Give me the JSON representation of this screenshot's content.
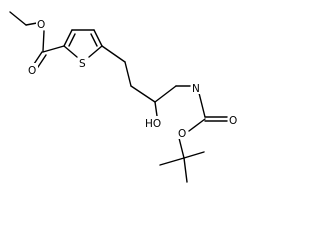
{
  "structure": {
    "atom_labels": {
      "ester_oxygen": "O",
      "carbonyl_oxygen": "O",
      "thiophene_sulfur": "S",
      "hydroxyl": "HO",
      "amide_nitrogen": "N",
      "carbamate_carbonyl_oxygen": "O",
      "carbamate_ester_oxygen": "O"
    },
    "colors": {
      "bond": "#000000",
      "label": "#000000",
      "background": "#ffffff"
    }
  }
}
